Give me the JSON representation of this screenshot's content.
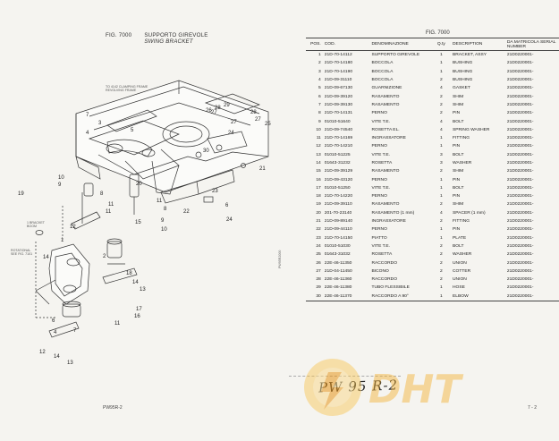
{
  "header": {
    "fig_left": "FIG. 7000",
    "title_it": "SUPPORTO GIREVOLE",
    "title_en": "SWING BRACKET",
    "fig_right": "FIG. 7000"
  },
  "drawing_labels": {
    "frame": "TO 4142 CLAMPING FRAME\nREVOLVING FRAME",
    "boom": "1 BRACKET\nBOOM",
    "swing": "ROTATIONAL\nSEE FIG. 7101"
  },
  "side_code": "PW95R2000",
  "columns": {
    "pos": "POS.",
    "cod": "COD.",
    "den": "DENOMINAZIONE",
    "qty": "Q.ty",
    "desc": "DESCRIPTION",
    "ser": "DA MATRICOLA SERIAL NUMBER"
  },
  "parts": [
    {
      "pos": "1",
      "cod": "21D-70-14112",
      "den": "SUPPORTO GIREVOLE",
      "qty": "1",
      "desc": "BRACKET, ASSY",
      "ser": "21D0220001-"
    },
    {
      "pos": "2",
      "cod": "21D-70-14180",
      "den": "BOCCOLA",
      "qty": "1",
      "desc": "BUSHING",
      "ser": "21D0220001-"
    },
    {
      "pos": "3",
      "cod": "21D-70-14190",
      "den": "BOCCOLA",
      "qty": "1",
      "desc": "BUSHING",
      "ser": "21D0220001-"
    },
    {
      "pos": "4",
      "cod": "21D-09-31110",
      "den": "BOCCOLA",
      "qty": "2",
      "desc": "BUSHING",
      "ser": "21D0220001-"
    },
    {
      "pos": "5",
      "cod": "21D-09-67130",
      "den": "GUARNIZIONE",
      "qty": "4",
      "desc": "GASKET",
      "ser": "21D0220001-"
    },
    {
      "pos": "6",
      "cod": "21D-09-39120",
      "den": "RASAMENTO",
      "qty": "2",
      "desc": "SHIM",
      "ser": "21D0220001-"
    },
    {
      "pos": "7",
      "cod": "21D-09-39130",
      "den": "RASAMENTO",
      "qty": "2",
      "desc": "SHIM",
      "ser": "21D0220001-"
    },
    {
      "pos": "8",
      "cod": "21D-70-14131",
      "den": "PERNO",
      "qty": "2",
      "desc": "PIN",
      "ser": "21D0220001-"
    },
    {
      "pos": "9",
      "cod": "01010-51640",
      "den": "VITE T.E.",
      "qty": "4",
      "desc": "BOLT",
      "ser": "21D0220001-"
    },
    {
      "pos": "10",
      "cod": "21D-09-74540",
      "den": "ROSETTA EL.",
      "qty": "4",
      "desc": "SPRING WASHER",
      "ser": "21D0220001-"
    },
    {
      "pos": "11",
      "cod": "21D-70-14169",
      "den": "INGRASSATORE",
      "qty": "1",
      "desc": "FITTING",
      "ser": "21D0220001-"
    },
    {
      "pos": "12",
      "cod": "21D-70-14210",
      "den": "PERNO",
      "qty": "1",
      "desc": "PIN",
      "ser": "21D0220001-"
    },
    {
      "pos": "13",
      "cod": "01010-51225",
      "den": "VITE T.E.",
      "qty": "3",
      "desc": "BOLT",
      "ser": "21D0220001-"
    },
    {
      "pos": "14",
      "cod": "01643-31232",
      "den": "ROSETTA",
      "qty": "3",
      "desc": "WASHER",
      "ser": "21D0220001-"
    },
    {
      "pos": "15",
      "cod": "21D-09-39129",
      "den": "RASAMENTO",
      "qty": "2",
      "desc": "SHIM",
      "ser": "21D0220001-"
    },
    {
      "pos": "16",
      "cod": "21D-09-43120",
      "den": "PERNO",
      "qty": "1",
      "desc": "PIN",
      "ser": "21D0220001-"
    },
    {
      "pos": "17",
      "cod": "01010-51250",
      "den": "VITE T.E.",
      "qty": "1",
      "desc": "BOLT",
      "ser": "21D0220001-"
    },
    {
      "pos": "18",
      "cod": "21D-70-14220",
      "den": "PERNO",
      "qty": "1",
      "desc": "PIN",
      "ser": "21D0220001-"
    },
    {
      "pos": "19",
      "cod": "21D-09-39110",
      "den": "RASAMENTO",
      "qty": "2",
      "desc": "SHIM",
      "ser": "21D0220001-"
    },
    {
      "pos": "20",
      "cod": "201-70-23140",
      "den": "RASAMENTO (1 mm)",
      "qty": "4",
      "desc": "SPACER (1 mm)",
      "ser": "21D0220001-"
    },
    {
      "pos": "21",
      "cod": "21D-09-89140",
      "den": "INGRASSATORE",
      "qty": "2",
      "desc": "FITTING",
      "ser": "21D0220001-"
    },
    {
      "pos": "22",
      "cod": "21D-09-44110",
      "den": "PERNO",
      "qty": "1",
      "desc": "PIN",
      "ser": "21D0220001-"
    },
    {
      "pos": "23",
      "cod": "21D-70-14150",
      "den": "PIATTO",
      "qty": "1",
      "desc": "PLATE",
      "ser": "21D0220001-"
    },
    {
      "pos": "24",
      "cod": "01010-51030",
      "den": "VITE T.E.",
      "qty": "2",
      "desc": "BOLT",
      "ser": "21D0220001-"
    },
    {
      "pos": "25",
      "cod": "01643-31032",
      "den": "ROSETTA",
      "qty": "2",
      "desc": "WASHER",
      "ser": "21D0220001-"
    },
    {
      "pos": "26",
      "cod": "22E-46-11350",
      "den": "RACCORDO",
      "qty": "2",
      "desc": "UNION",
      "ser": "21D0220001-"
    },
    {
      "pos": "27",
      "cod": "21D-04-11450",
      "den": "BICONO",
      "qty": "2",
      "desc": "COTTER",
      "ser": "21D0220001-"
    },
    {
      "pos": "28",
      "cod": "22E-46-11360",
      "den": "RACCORDO",
      "qty": "2",
      "desc": "UNION",
      "ser": "21D0220001-"
    },
    {
      "pos": "29",
      "cod": "22E-46-11380",
      "den": "TUBO FLESSIBILE",
      "qty": "1",
      "desc": "HOSE",
      "ser": "21D0220001-"
    },
    {
      "pos": "30",
      "cod": "22E-46-11370",
      "den": "RACCORDO A 90°",
      "qty": "1",
      "desc": "ELBOW",
      "ser": "21D0220001-"
    }
  ],
  "handwritten_note": "PW 95 R-2",
  "footer": {
    "left": "PW95R-2",
    "right": "7 - 2"
  },
  "watermark": {
    "text": "DHT",
    "color": "#f2a81d"
  }
}
